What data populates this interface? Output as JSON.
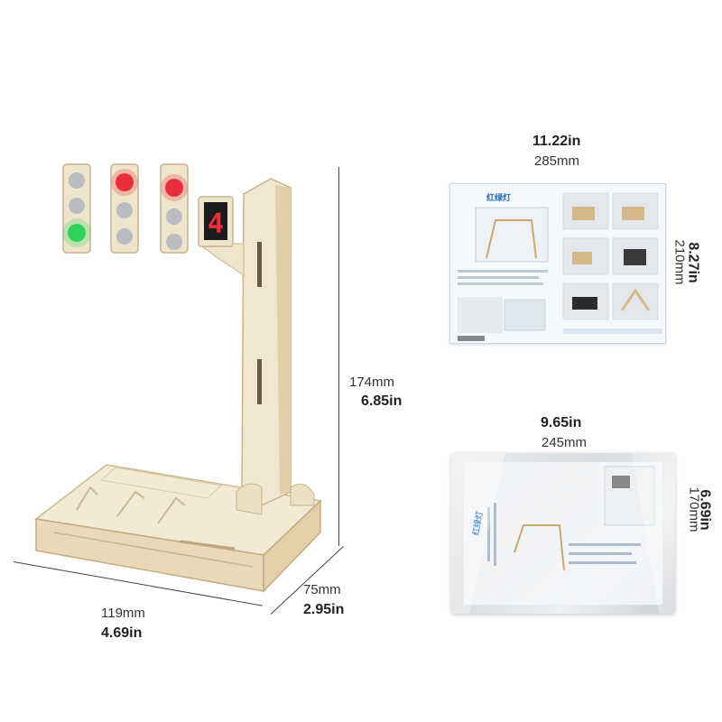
{
  "product": {
    "display_digit": "4",
    "colors": {
      "red": "#e8303a",
      "green": "#2fd25a",
      "off": "#b9bcc0",
      "wood": "#efe4cc",
      "wood_edge": "#c9b48d"
    }
  },
  "dimensions": {
    "height": {
      "mm": "174mm",
      "inch": "6.85in"
    },
    "width": {
      "mm": "119mm",
      "inch": "4.69in"
    },
    "depth": {
      "mm": "75mm",
      "inch": "2.95in"
    }
  },
  "manual": {
    "title": "红绿灯",
    "width": {
      "inch": "11.22in",
      "mm": "285mm"
    },
    "height": {
      "inch": "8.27in",
      "mm": "210mm"
    }
  },
  "package": {
    "title": "红绿灯",
    "width": {
      "inch": "9.65in",
      "mm": "245mm"
    },
    "height": {
      "inch": "6.69in",
      "mm": "170mm"
    }
  }
}
